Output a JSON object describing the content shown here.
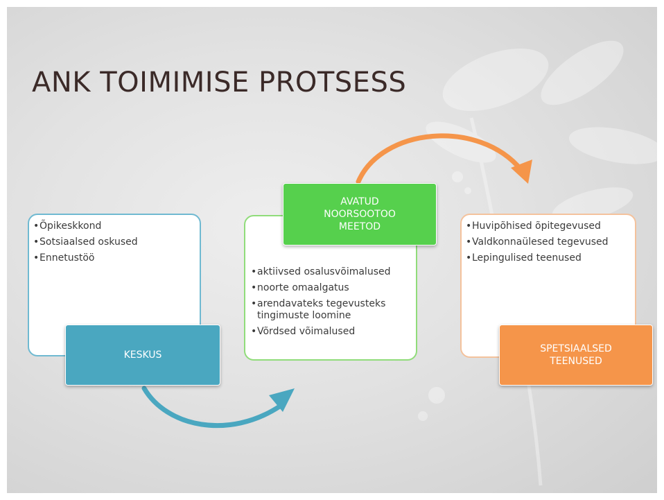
{
  "slide": {
    "title": "ANK TOIMIMISE PROTSESS"
  },
  "boxes": {
    "left": {
      "items": [
        "Õpikeskkond",
        "Sotsiaalsed oskused",
        "Ennetustöö"
      ],
      "label": "KESKUS",
      "label_color": "#4aa7c0",
      "border_color": "#6fb9d1"
    },
    "middle": {
      "items": [
        "aktiivsed osalusvõimalused",
        "noorte omaalgatus",
        "arendavateks tegevusteks tingimuste loomine",
        "Võrdsed võimalused"
      ],
      "label_lines": [
        "AVATUD",
        "NOORSOOTOO",
        "MEETOD"
      ],
      "label_color": "#56d04d",
      "border_color": "#90dc7a"
    },
    "right": {
      "items": [
        "Huvipõhised õpitegevused",
        "Valdkonnaülesed tegevused",
        "Lepingulised teenused"
      ],
      "label_lines": [
        "SPETSIAALSED",
        "TEENUSED"
      ],
      "label_color": "#f5954a",
      "border_color": "#f4c29c"
    }
  },
  "arrows": {
    "bottom_color": "#4aa7c0",
    "top_color": "#f5954a"
  }
}
